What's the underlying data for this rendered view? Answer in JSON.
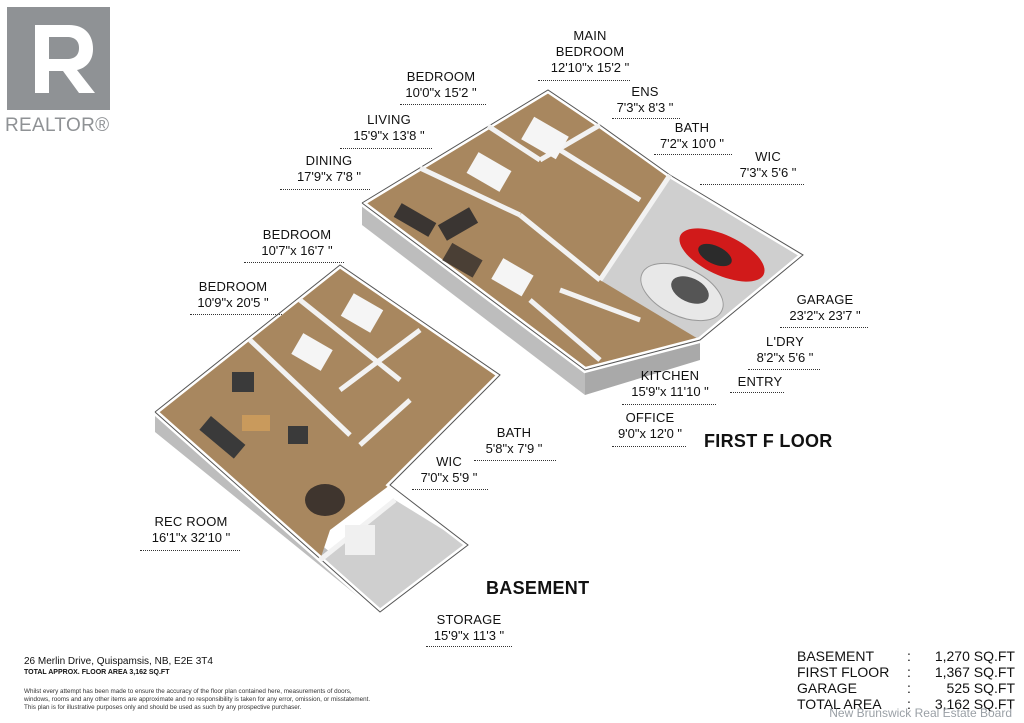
{
  "logo": {
    "text": "REALTOR®"
  },
  "rooms": {
    "main_bedroom": {
      "name_line1": "MAIN",
      "name_line2": "BEDROOM",
      "dims": "12'10\"x 15'2 \""
    },
    "bedroom_upper": {
      "name": "BEDROOM",
      "dims": "10'0\"x 15'2 \""
    },
    "ens": {
      "name": "ENS",
      "dims": "7'3\"x 8'3 \""
    },
    "bath_first": {
      "name": "BATH",
      "dims": "7'2\"x 10'0 \""
    },
    "wic_first": {
      "name": "WIC",
      "dims": "7'3\"x 5'6 \""
    },
    "living": {
      "name": "LIVING",
      "dims": "15'9\"x 13'8 \""
    },
    "dining": {
      "name": "DINING",
      "dims": "17'9\"x 7'8 \""
    },
    "garage": {
      "name": "GARAGE",
      "dims": "23'2\"x 23'7 \""
    },
    "laundry": {
      "name": "L'DRY",
      "dims": "8'2\"x 5'6 \""
    },
    "entry": {
      "name": "ENTRY"
    },
    "kitchen": {
      "name": "KITCHEN",
      "dims": "15'9\"x 11'10 \""
    },
    "office": {
      "name": "OFFICE",
      "dims": "9'0\"x 12'0 \""
    },
    "bedroom_b1": {
      "name": "BEDROOM",
      "dims": "10'7\"x 16'7 \""
    },
    "bedroom_b2": {
      "name": "BEDROOM",
      "dims": "10'9\"x 20'5 \""
    },
    "bath_basement": {
      "name": "BATH",
      "dims": "5'8\"x 7'9 \""
    },
    "wic_basement": {
      "name": "WIC",
      "dims": "7'0\"x 5'9 \""
    },
    "rec_room": {
      "name": "REC ROOM",
      "dims": "16'1\"x 32'10 \""
    },
    "storage": {
      "name": "STORAGE",
      "dims": "15'9\"x 11'3 \""
    }
  },
  "floors": {
    "first": "FIRST F LOOR",
    "basement": "BASEMENT"
  },
  "footer": {
    "address": "26 Merlin Drive, Quispamsis, NB, E2E 3T4",
    "total_area_note": "TOTAL APPROX. FLOOR AREA 3,162 SQ.FT",
    "disclaimer_1": "Whilst every attempt has been made to ensure the accuracy of the floor plan contained here, measurements of doors,",
    "disclaimer_2": "windows, rooms and any other items are approximate and no responsibility is taken for any error, omission, or misstatement.",
    "disclaimer_3": "This plan is for illustrative purposes only and should be used as such by any prospective purchaser."
  },
  "areas": [
    {
      "label": "BASEMENT",
      "sep": ":",
      "value": "1,270 SQ.FT"
    },
    {
      "label": "FIRST FLOOR",
      "sep": ":",
      "value": "1,367 SQ.FT"
    },
    {
      "label": "GARAGE",
      "sep": ":",
      "value": "525 SQ.FT"
    },
    {
      "label": "TOTAL AREA",
      "sep": ":",
      "value": "3,162 SQ.FT"
    }
  ],
  "watermark": "New Brunswick Real Estate Board",
  "colors": {
    "wood": "#a8875f",
    "wall": "#f2f2f2",
    "wall_side": "#bdbdbd",
    "concrete": "#cfcfcf",
    "logo": "#8f9295",
    "car_red": "#d11a1a"
  }
}
